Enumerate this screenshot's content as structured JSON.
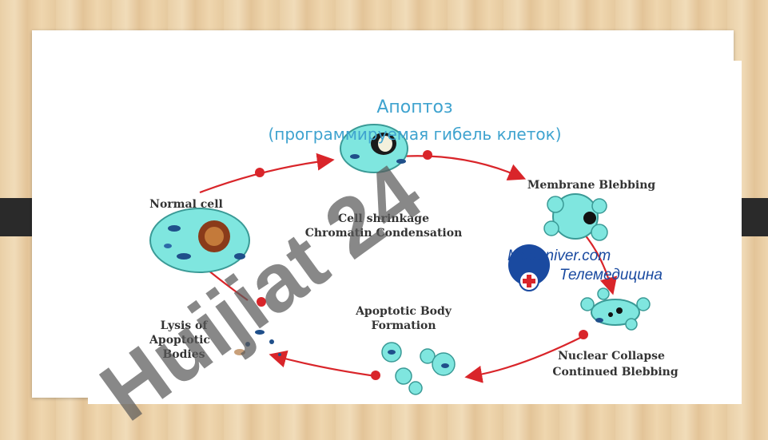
{
  "title": {
    "line1": "Апоптоз",
    "line2": "(программируемая гибель клеток)"
  },
  "stages": {
    "normal": "Normal cell",
    "shrink1": "Cell shrinkage",
    "shrink2": "Chromatin Condensation",
    "bleb": "Membrane Blebbing",
    "collapse1": "Nuclear Collapse",
    "collapse2": "Continued Blebbing",
    "body1": "Apoptotic Body",
    "body2": "Formation",
    "lysis1": "Lysis of",
    "lysis2": "Apoptotic",
    "lysis3": "Bodies"
  },
  "logo": {
    "line1": "Meduniver.com",
    "line2": "Телемедицина"
  },
  "watermark": "Huijiat 24",
  "colors": {
    "title": "#3fa3cf",
    "cell": "#7fe6df",
    "arrow": "#d9252a",
    "watermark": "#5a5a5a",
    "watermark2": "#b9a6e6"
  }
}
